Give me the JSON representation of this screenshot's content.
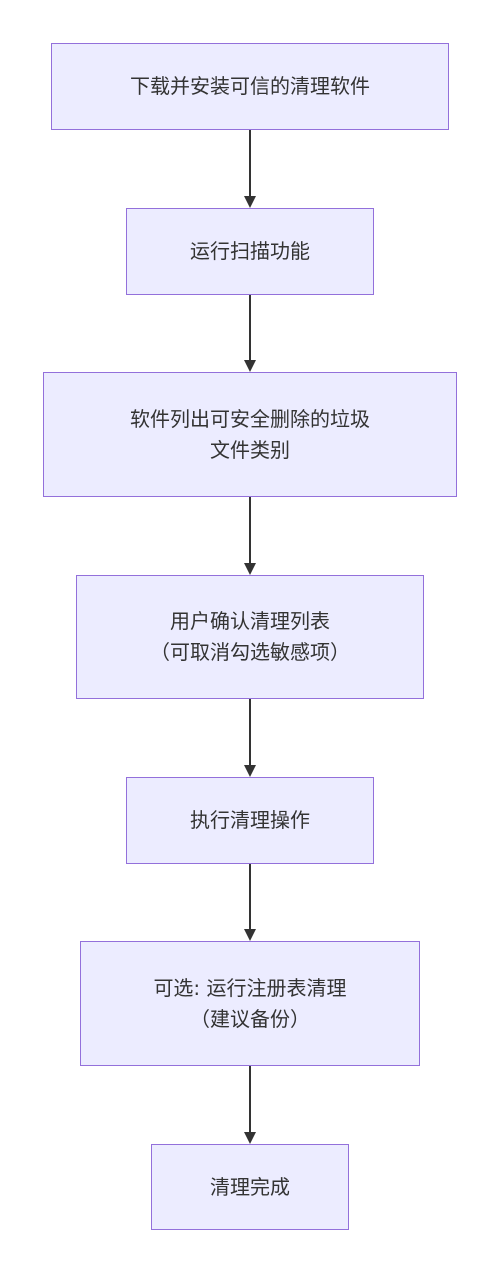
{
  "flowchart": {
    "nodes": [
      {
        "id": "download",
        "lines": [
          "下载并安装可信的清理软件"
        ]
      },
      {
        "id": "scan",
        "lines": [
          "运行扫描功能"
        ]
      },
      {
        "id": "list-categories",
        "lines": [
          "软件列出可安全删除的垃圾",
          "文件类别"
        ]
      },
      {
        "id": "confirm",
        "lines": [
          "用户确认清理列表",
          "（可取消勾选敏感项）"
        ]
      },
      {
        "id": "execute",
        "lines": [
          "执行清理操作"
        ]
      },
      {
        "id": "registry",
        "lines": [
          "可选: 运行注册表清理",
          "（建议备份）"
        ]
      },
      {
        "id": "done",
        "lines": [
          "清理完成"
        ]
      }
    ],
    "colors": {
      "node_fill": "#ececff",
      "node_border": "#9370db",
      "text": "#333333",
      "edge": "#333333"
    }
  }
}
